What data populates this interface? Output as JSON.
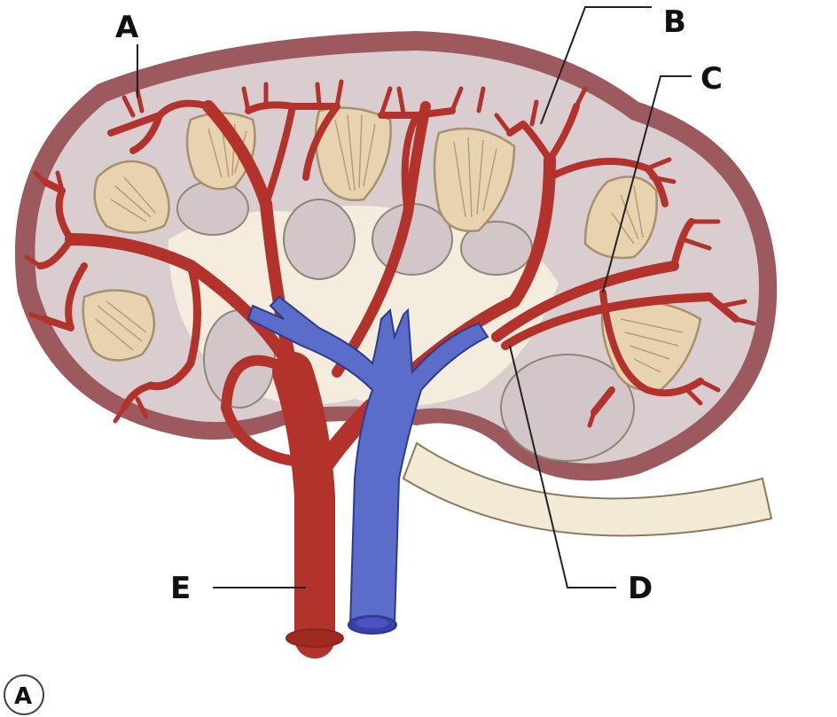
{
  "figure": {
    "type": "anatomical diagram",
    "subject": "Kidney blood supply (coronal section)",
    "panel_marker": "A"
  },
  "labels": [
    {
      "id": "A",
      "text": "A",
      "points_to": "cortical radiate (interlobular) artery branches near capsule"
    },
    {
      "id": "B",
      "text": "B",
      "points_to": "arcuate / interlobular arterial branches at cortico-medullary junction"
    },
    {
      "id": "C",
      "text": "C",
      "points_to": "arcuate artery over renal pyramid"
    },
    {
      "id": "D",
      "text": "D",
      "points_to": "segmental / interlobar branch near hilum"
    },
    {
      "id": "E",
      "text": "E",
      "points_to": "renal artery"
    }
  ],
  "colors": {
    "capsule": "#9c5a5e",
    "cortex": "#d9cdd0",
    "pyramid": "#e8d3b0",
    "pyramid_outline": "#a8906c",
    "sinus": "#f4ecdc",
    "artery": "#b3322b",
    "vein": "#5b6dc8",
    "vein_outline": "#2c3a8f",
    "ureter": "#f3ead6"
  }
}
